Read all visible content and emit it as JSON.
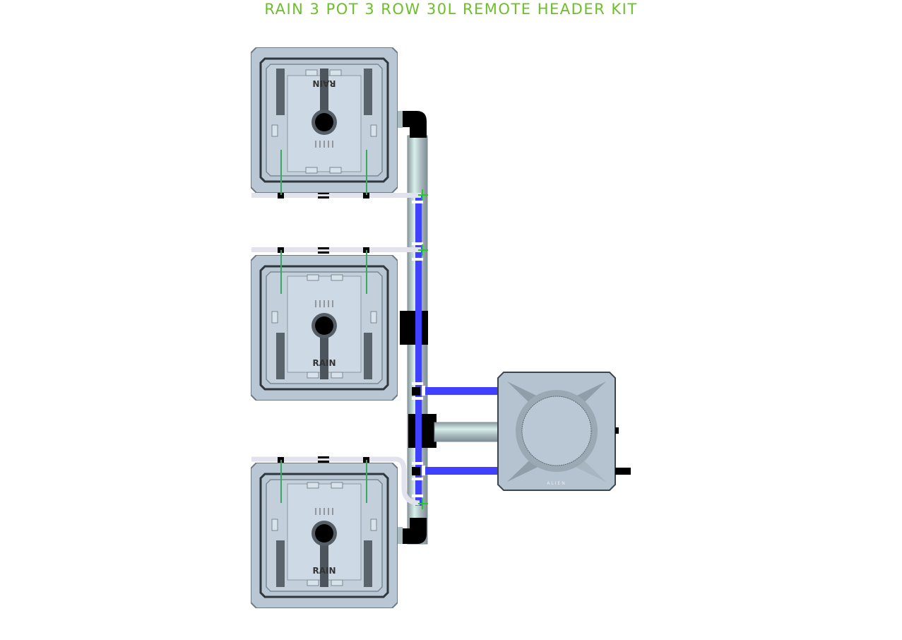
{
  "title": "RAIN 3 POT 3 ROW 30L REMOTE HEADER KIT",
  "pots": [
    {
      "label": "RAIN",
      "orientation": "flipped"
    },
    {
      "label": "RAIN",
      "orientation": "upright"
    },
    {
      "label": "RAIN",
      "orientation": "upright"
    }
  ],
  "tank": {
    "label": "ALIEN"
  },
  "colors": {
    "title": "#6cbf2a",
    "feed_line": "#4040ff",
    "drip_line": "#e2e2ec",
    "pot": "#b9c7d4",
    "pipe": "#a9bcc0",
    "fitting": "#000000",
    "stake": "#3aa860"
  }
}
